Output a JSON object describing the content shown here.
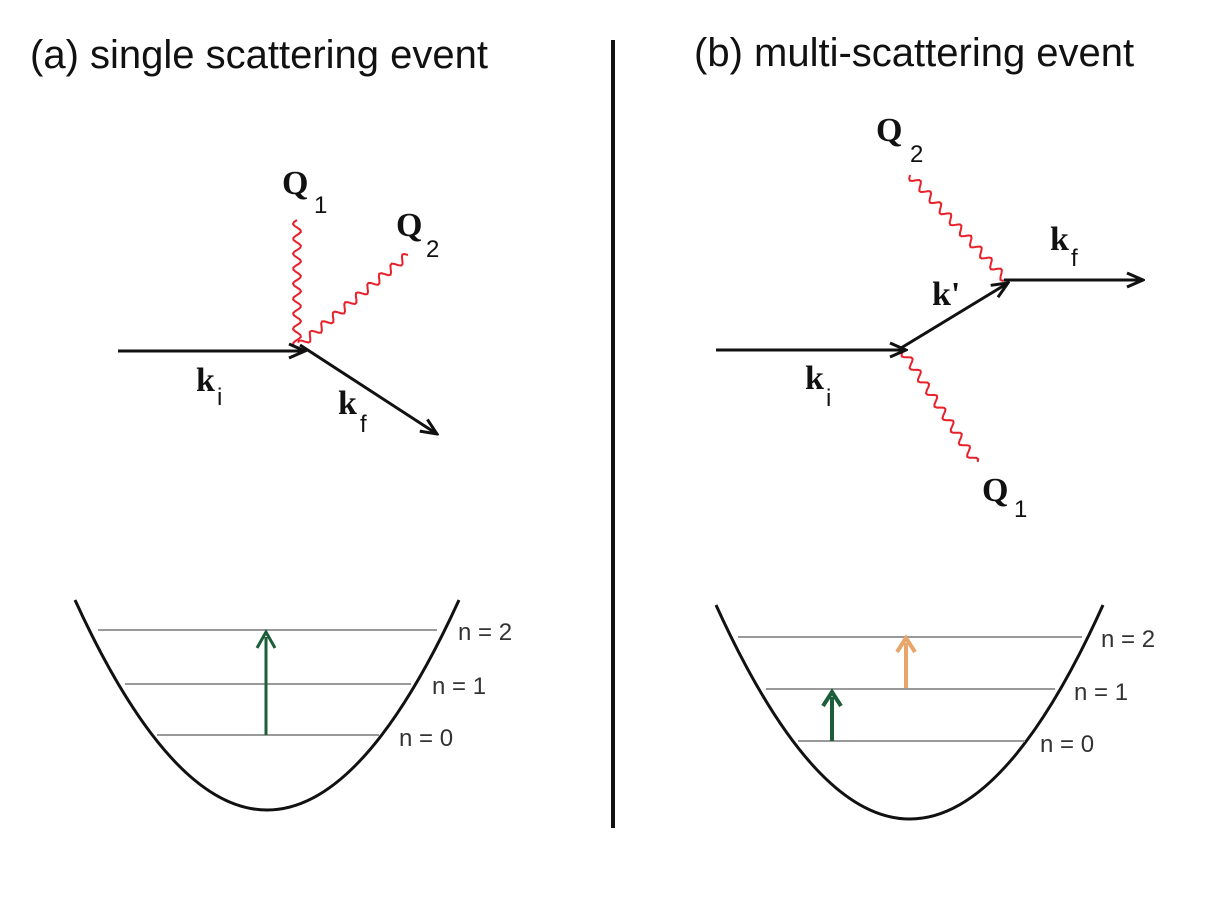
{
  "panel_a": {
    "title": "(a) single scattering event",
    "labels": {
      "q1": "Q",
      "q1_sub": "1",
      "q2": "Q",
      "q2_sub": "2",
      "ki": "k",
      "ki_sub": "i",
      "kf": "k",
      "kf_sub": "f"
    },
    "levels": [
      "n = 2",
      "n = 1",
      "n = 0"
    ]
  },
  "panel_b": {
    "title": "(b) multi-scattering event",
    "labels": {
      "q2": "Q",
      "q2_sub": "2",
      "kf": "k",
      "kf_sub": "f",
      "kprime": "k'",
      "ki": "k",
      "ki_sub": "i",
      "q1": "Q",
      "q1_sub": "1"
    },
    "levels": [
      "n = 2",
      "n = 1",
      "n = 0"
    ]
  },
  "colors": {
    "line": "#111111",
    "phonon": "#e8202a",
    "level_line": "#999999",
    "arrow_green": "#1d5e3a",
    "arrow_orange": "#e8a56a"
  }
}
